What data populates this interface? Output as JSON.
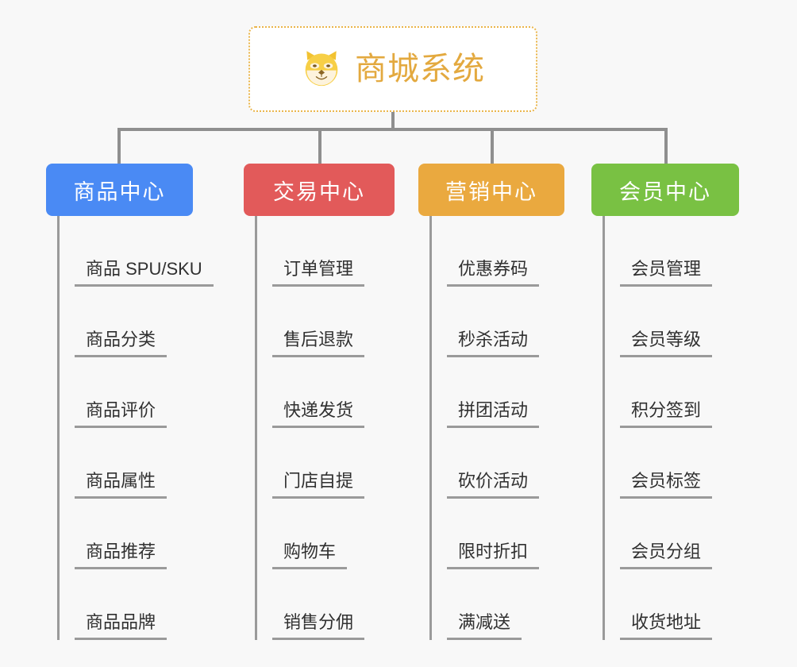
{
  "page": {
    "background_color": "#f8f8f8",
    "line_color": "#9a9a9a"
  },
  "root": {
    "title": "商城系统",
    "icon": "shiba-dog-face-icon",
    "text_color": "#e3a93f",
    "border_color": "#eab54a",
    "background_color": "#ffffff"
  },
  "branches": [
    {
      "label": "商品中心",
      "color": "#4a8af4",
      "items": [
        "商品 SPU/SKU",
        "商品分类",
        "商品评价",
        "商品属性",
        "商品推荐",
        "商品品牌"
      ]
    },
    {
      "label": "交易中心",
      "color": "#e25a5a",
      "items": [
        "订单管理",
        "售后退款",
        "快递发货",
        "门店自提",
        "购物车",
        "销售分佣"
      ]
    },
    {
      "label": "营销中心",
      "color": "#eaa93f",
      "items": [
        "优惠券码",
        "秒杀活动",
        "拼团活动",
        "砍价活动",
        "限时折扣",
        "满减送"
      ]
    },
    {
      "label": "会员中心",
      "color": "#79c143",
      "items": [
        "会员管理",
        "会员等级",
        "积分签到",
        "会员标签",
        "会员分组",
        "收货地址"
      ]
    }
  ]
}
